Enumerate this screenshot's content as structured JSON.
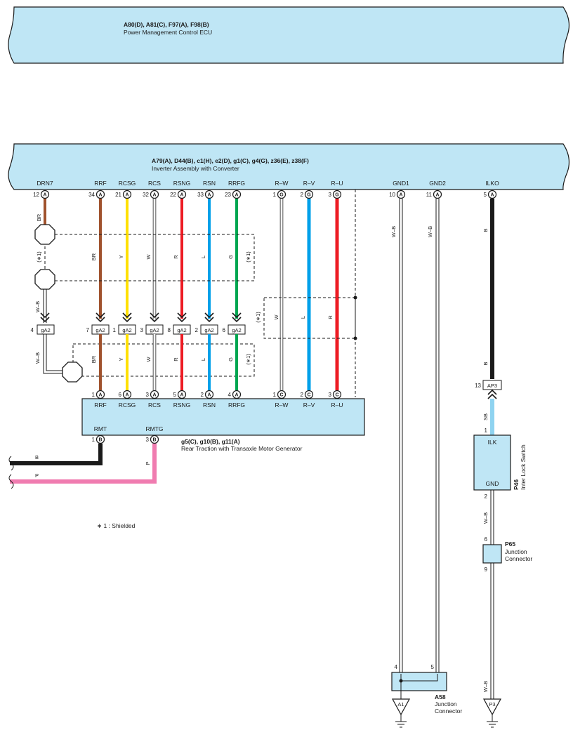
{
  "ecu": {
    "codes": "A80(D), A81(C), F97(A), F98(B)",
    "name": "Power Management Control ECU"
  },
  "inverter": {
    "codes": "A79(A), D44(B), c1(H), e2(D), g1(C), g4(G), z36(E), z38(F)",
    "name": "Inverter Assembly with Converter",
    "pins": [
      {
        "name": "DRN7",
        "num": "12",
        "conn": "A"
      },
      {
        "name": "RRF",
        "num": "34",
        "conn": "A"
      },
      {
        "name": "RCSG",
        "num": "21",
        "conn": "A"
      },
      {
        "name": "RCS",
        "num": "32",
        "conn": "A"
      },
      {
        "name": "RSNG",
        "num": "22",
        "conn": "A"
      },
      {
        "name": "RSN",
        "num": "33",
        "conn": "A"
      },
      {
        "name": "RRFG",
        "num": "23",
        "conn": "A"
      },
      {
        "name": "R–W",
        "num": "1",
        "conn": "G"
      },
      {
        "name": "R–V",
        "num": "2",
        "conn": "G"
      },
      {
        "name": "R–U",
        "num": "3",
        "conn": "G"
      },
      {
        "name": "GND1",
        "num": "10",
        "conn": "A"
      },
      {
        "name": "GND2",
        "num": "11",
        "conn": "A"
      },
      {
        "name": "ILKO",
        "num": "5",
        "conn": "A"
      }
    ]
  },
  "wire_colors_upper": [
    "BR",
    "BR",
    "Y",
    "W",
    "R",
    "L",
    "G",
    "W",
    "L",
    "R",
    "W–B",
    "W–B",
    "B"
  ],
  "wire_colors_lower": [
    "W–B",
    "BR",
    "Y",
    "W",
    "R",
    "L",
    "G",
    "B"
  ],
  "shield_marks": [
    "(∗1)",
    "(∗1)",
    "(∗1)",
    "(∗1)"
  ],
  "drain_wire_color": "W–B",
  "connector_ga2": {
    "label": "gA2",
    "pins": [
      "4",
      "7",
      "1",
      "3",
      "8",
      "2",
      "6"
    ]
  },
  "connector_ap3": {
    "label": "AP3",
    "num": "13"
  },
  "motor": {
    "codes": "g5(C), g10(B), g11(A)",
    "name": "Rear Traction with Transaxle Motor Generator",
    "top_pins": [
      {
        "name": "RRF",
        "num": "1",
        "conn": "A"
      },
      {
        "name": "RCSG",
        "num": "6",
        "conn": "A"
      },
      {
        "name": "RCS",
        "num": "3",
        "conn": "A"
      },
      {
        "name": "RSNG",
        "num": "5",
        "conn": "A"
      },
      {
        "name": "RSN",
        "num": "2",
        "conn": "A"
      },
      {
        "name": "RRFG",
        "num": "4",
        "conn": "A"
      },
      {
        "name": "R–W",
        "num": "1",
        "conn": "C"
      },
      {
        "name": "R–V",
        "num": "2",
        "conn": "C"
      },
      {
        "name": "R–U",
        "num": "3",
        "conn": "C"
      }
    ],
    "bottom_pins": [
      {
        "name": "RMT",
        "num": "1",
        "conn": "B",
        "wire": "B"
      },
      {
        "name": "RMTG",
        "num": "3",
        "conn": "B",
        "wire": "P"
      }
    ]
  },
  "footnote": "∗ 1 : Shielded",
  "interlock": {
    "code": "P46",
    "name": "Inter Lock Switch",
    "pin_top": "ILK",
    "pin_bottom": "GND",
    "num_top": "1",
    "num_bottom": "2",
    "wire_top": "SB",
    "wire_bottom": "W–B"
  },
  "p65": {
    "code": "P65",
    "name_line1": "Junction",
    "name_line2": "Connector",
    "num_top": "6",
    "num_bottom": "9"
  },
  "a58": {
    "code": "A58",
    "name_line1": "Junction",
    "name_line2": "Connector",
    "num_left": "4",
    "num_right": "5"
  },
  "grounds": [
    {
      "label": "A1"
    },
    {
      "label": "P3"
    }
  ],
  "wire_p3": "W–B",
  "colors": {
    "BR": "#a0522d",
    "Y": "#ffe000",
    "W": "#ffffff",
    "R": "#ed1c24",
    "L": "#00a0e9",
    "G": "#00a651",
    "B": "#1a1a1a",
    "P": "#f07cb0",
    "SB": "#8fd3f0",
    "box": "#bfe6f5"
  }
}
